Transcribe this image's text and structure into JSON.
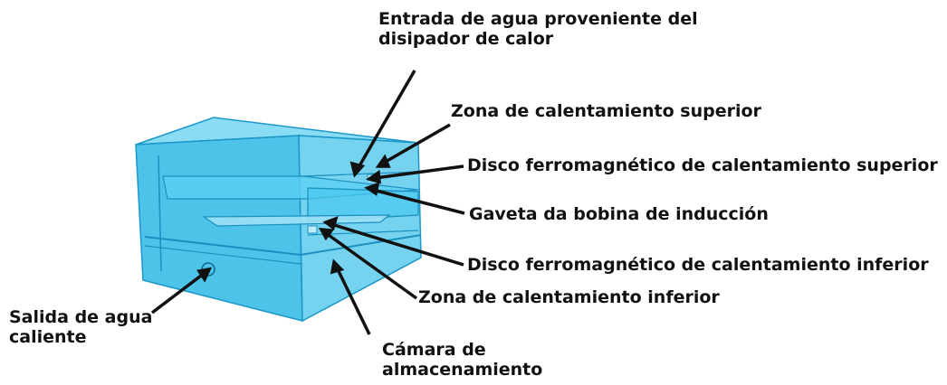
{
  "colors": {
    "box_face": "#2fb9e6",
    "box_edge": "#1b97c8",
    "box_dark": "#1a8fc0",
    "box_light": "#63d0f2",
    "arrow": "#111111",
    "label_text": "#111111"
  },
  "labels": {
    "entrada": {
      "line1": "Entrada de agua proveniente del",
      "line2": "disipador de calor"
    },
    "zona_superior": "Zona de calentamiento superior",
    "disco_superior": "Disco ferromagnético de calentamiento superior",
    "gaveta": "Gaveta da bobina de inducción",
    "disco_inferior": "Disco ferromagnético de calentamiento inferior",
    "zona_inferior": "Zona de calentamiento inferior",
    "salida": {
      "line1": "Salida de agua",
      "line2": "caliente"
    },
    "camara": {
      "line1": "Cámara de",
      "line2": "almacenamiento"
    }
  }
}
